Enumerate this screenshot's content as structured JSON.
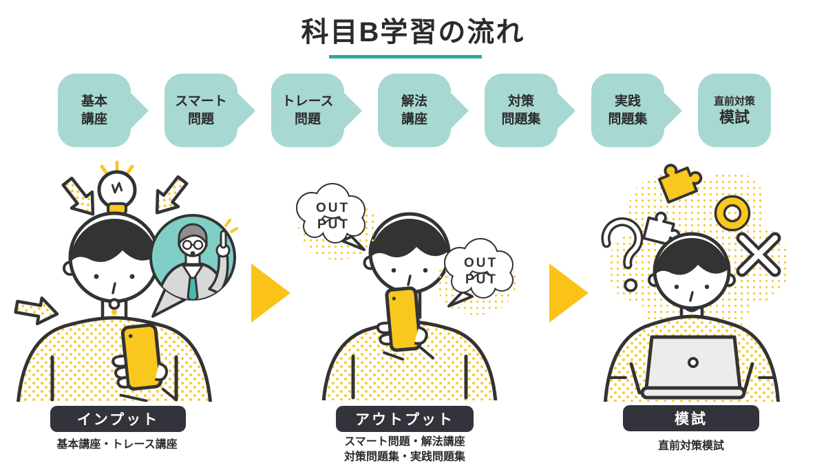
{
  "title": "科目B学習の流れ",
  "colors": {
    "accent_teal": "#2EA79F",
    "step_teal": "#A8D8D2",
    "yellow": "#FBC31A",
    "label_bg": "#33333b",
    "outline_dark": "#333333"
  },
  "flow_steps": [
    {
      "line1": "基本",
      "line2": "講座"
    },
    {
      "line1": "スマート",
      "line2": "問題"
    },
    {
      "line1": "トレース",
      "line2": "問題"
    },
    {
      "line1": "解法",
      "line2": "講座"
    },
    {
      "line1": "対策",
      "line2": "問題集"
    },
    {
      "line1": "実践",
      "line2": "問題集"
    },
    {
      "line1": "直前対策",
      "line2": "模試"
    }
  ],
  "sections": [
    {
      "label": "インプット",
      "sub1": "基本講座・トレース講座",
      "sub2": ""
    },
    {
      "label": "アウトプット",
      "sub1": "スマート問題・解法講座",
      "sub2": "対策問題集・実践問題集"
    },
    {
      "label": "模試",
      "sub1": "直前対策模試",
      "sub2": ""
    }
  ],
  "bubbles": {
    "line1": "OUT",
    "line2": "PUT"
  },
  "icons": {
    "flow_arrow": "▶",
    "lightbulb": "💡",
    "question_mark": "?",
    "circle_mark": "○",
    "cross_mark": "×",
    "puzzle": "🧩"
  }
}
